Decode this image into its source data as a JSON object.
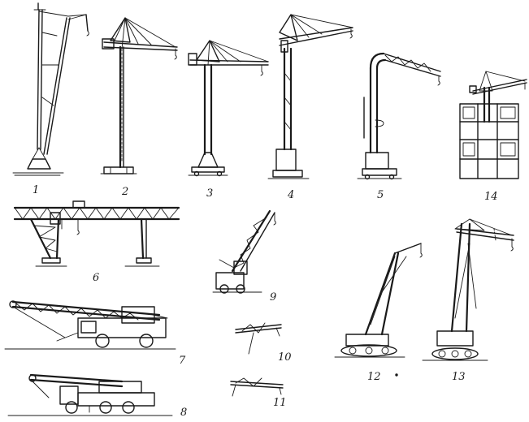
{
  "labels": {
    "c1": "1",
    "c2": "2",
    "c3": "3",
    "c4": "4",
    "c5": "5",
    "c14": "14",
    "c6": "6",
    "c9": "9",
    "c7": "7",
    "c10": "10",
    "c12": "12",
    "c13": "13",
    "c8": "8",
    "c11": "11"
  }
}
